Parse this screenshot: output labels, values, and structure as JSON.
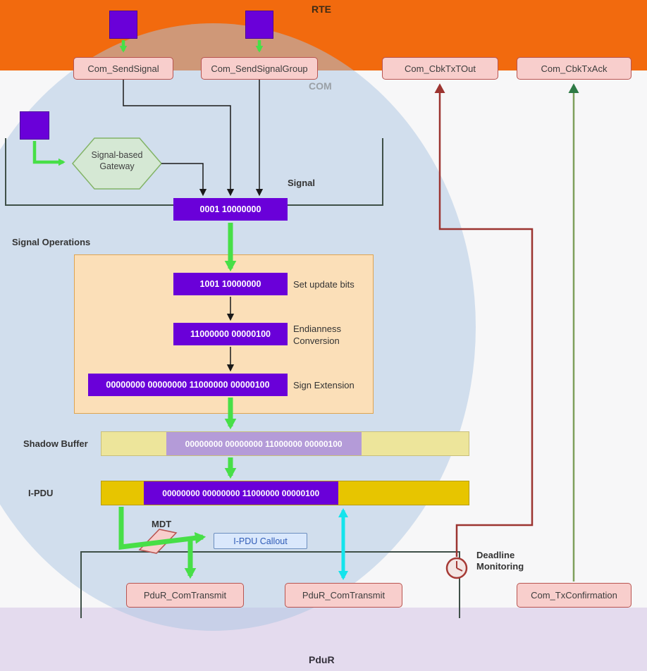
{
  "layers": {
    "rte": "RTE",
    "com": "COM",
    "pdur": "PduR"
  },
  "api": {
    "com_send_signal": "Com_SendSignal",
    "com_send_signal_group": "Com_SendSignalGroup",
    "com_cbk_tx_tout": "Com_CbkTxTOut",
    "com_cbk_tx_ack": "Com_CbkTxAck",
    "pdur_com_transmit": "PduR_ComTransmit",
    "com_tx_confirmation": "Com_TxConfirmation",
    "ipdu_callout": "I-PDU Callout"
  },
  "gateway": {
    "label": "Signal-based Gateway"
  },
  "signal": {
    "label": "Signal",
    "value": "0001 10000000"
  },
  "operations": {
    "title": "Signal Operations",
    "steps": [
      {
        "value": "1001 10000000",
        "label": "Set update bits"
      },
      {
        "value": "11000000 00000100",
        "label": "Endianness Conversion"
      },
      {
        "value": "00000000 00000000 11000000 00000100",
        "label": "Sign Extension"
      }
    ]
  },
  "shadow_buffer": {
    "label": "Shadow Buffer",
    "value": "00000000 00000000 11000000 00000100"
  },
  "ipdu": {
    "label": "I-PDU",
    "value": "00000000 00000000 11000000 00000100"
  },
  "mdt_label": "MDT",
  "deadline": {
    "label": "Deadline Monitoring"
  },
  "icons": {
    "deadline_monitoring": "clock-icon",
    "mdt": "parallelogram-gate-icon",
    "signal_source": "purple-square-icon"
  },
  "colors": {
    "purple": "#6A00D9",
    "pink_fill": "#F8CECC",
    "pink_border": "#B85450",
    "green_arrow": "#47DF47",
    "cyan_arrow": "#14E4EC",
    "maroon": "#9C3430",
    "olive_green": "#7FA05C",
    "orange_band": "#F26A0E",
    "lavender_band": "#E4DBEE",
    "gold": "#E7C500",
    "mauve": "#B49BD8",
    "gateway_fill": "#D5E8D4",
    "gateway_border": "#82B366"
  }
}
